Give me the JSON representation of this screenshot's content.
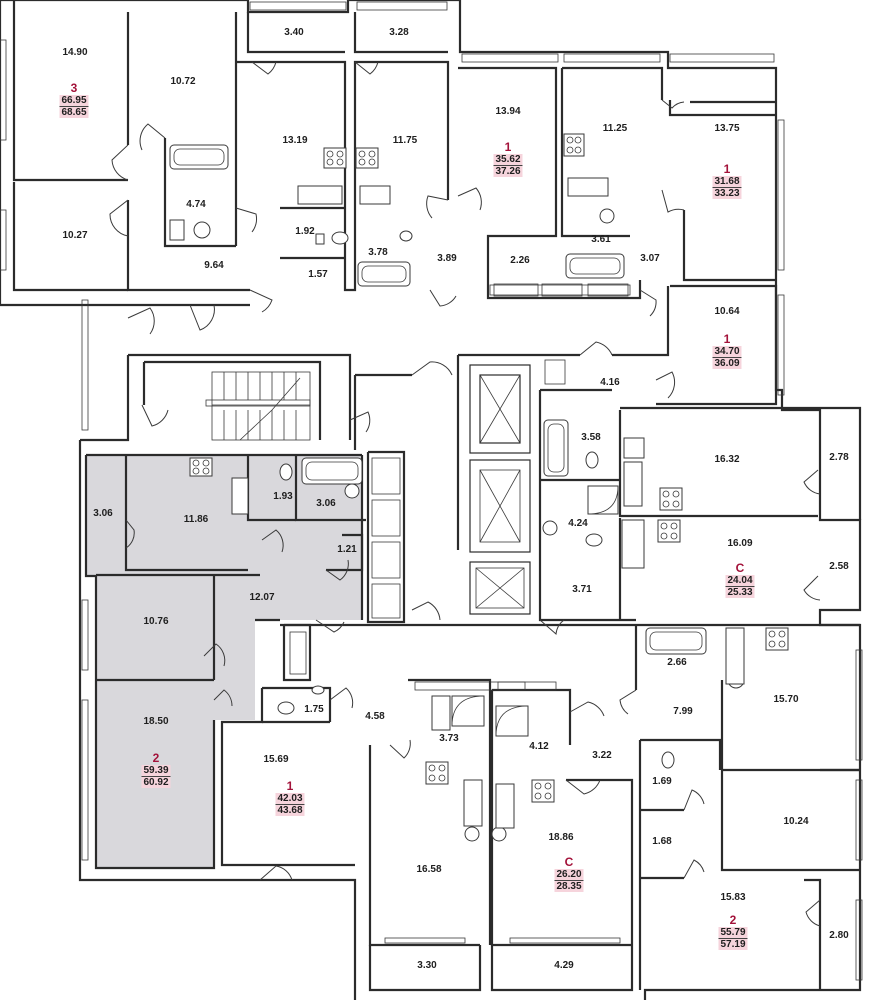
{
  "colors": {
    "wall": "#2b2b2b",
    "highlight_fill": "#d9d8dc",
    "apartment_type": "#a3123a",
    "area_background": "#f6d4dc"
  },
  "rooms": [
    "14.90",
    "10.72",
    "10.27",
    "4.74",
    "3.40",
    "3.28",
    "13.19",
    "11.75",
    "13.94",
    "11.25",
    "13.75",
    "1.92",
    "3.78",
    "1.57",
    "9.64",
    "3.89",
    "2.26",
    "3.61",
    "3.07",
    "10.64",
    "4.16",
    "3.58",
    "16.32",
    "2.78",
    "4.24",
    "16.09",
    "2.58",
    "3.71",
    "3.06",
    "11.86",
    "1.93",
    "3.06",
    "1.21",
    "12.07",
    "10.76",
    "18.50",
    "1.75",
    "4.58",
    "15.69",
    "3.73",
    "4.12",
    "3.22",
    "2.66",
    "15.70",
    "7.99",
    "1.69",
    "10.24",
    "1.68",
    "18.86",
    "16.58",
    "15.83",
    "2.80",
    "3.30",
    "4.29"
  ],
  "apartments": [
    {
      "type": "3",
      "living": "66.95",
      "total": "68.65"
    },
    {
      "type": "1",
      "living": "35.62",
      "total": "37.26"
    },
    {
      "type": "1",
      "living": "31.68",
      "total": "33.23"
    },
    {
      "type": "1",
      "living": "34.70",
      "total": "36.09"
    },
    {
      "type": "С",
      "living": "24.04",
      "total": "25.33"
    },
    {
      "type": "2",
      "living": "59.39",
      "total": "60.92"
    },
    {
      "type": "1",
      "living": "42.03",
      "total": "43.68"
    },
    {
      "type": "С",
      "living": "26.20",
      "total": "28.35"
    },
    {
      "type": "2",
      "living": "55.79",
      "total": "57.19"
    }
  ]
}
